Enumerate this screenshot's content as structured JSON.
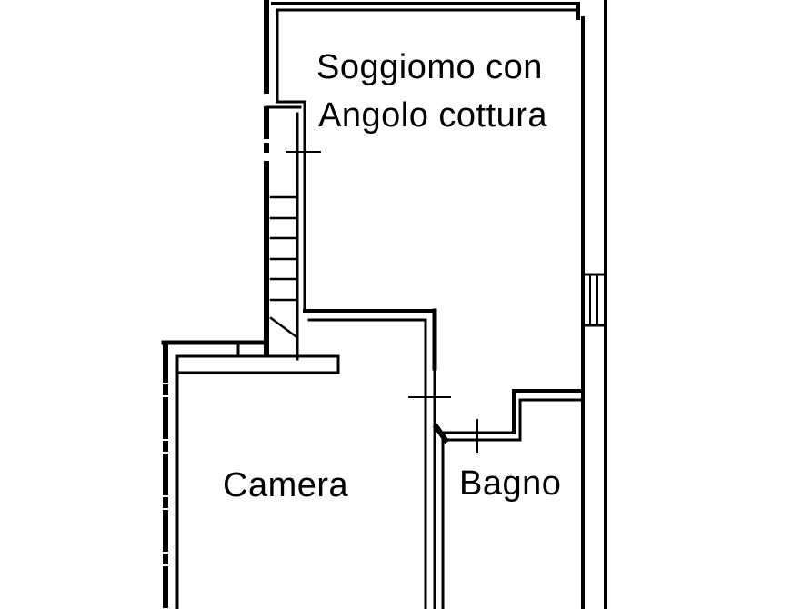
{
  "diagram": {
    "type": "floor-plan",
    "rooms": [
      {
        "id": "soggiorno",
        "label_line1": "Soggiomo con",
        "label_line2": "Angolo cottura"
      },
      {
        "id": "camera",
        "label": "Camera"
      },
      {
        "id": "bagno",
        "label": "Bagno"
      }
    ],
    "colors": {
      "line": "#000000",
      "background": "#ffffff"
    }
  }
}
